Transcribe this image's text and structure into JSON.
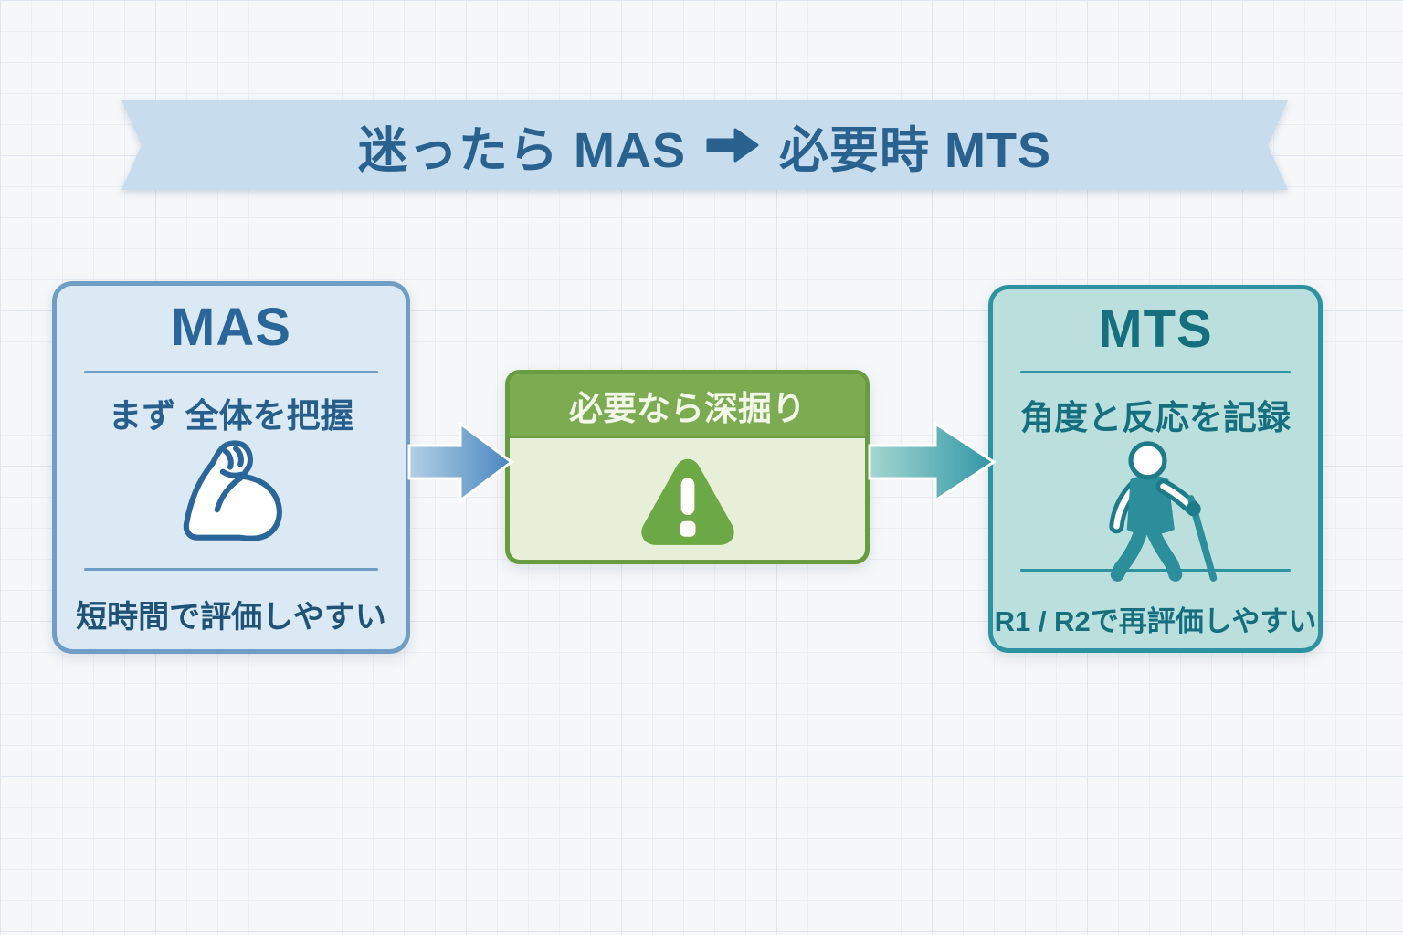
{
  "banner": {
    "left": "迷ったら MAS",
    "right": "必要時 MTS",
    "arrow_icon": "right-arrow"
  },
  "cards": {
    "mas": {
      "title": "MAS",
      "subtitle": "まず 全体を把握",
      "footer": "短時間で評価しやすい",
      "icon": "flexed-biceps"
    },
    "deep_dive": {
      "header": "必要なら深掘り",
      "icon": "warning-triangle"
    },
    "mts": {
      "title": "MTS",
      "subtitle": "角度と反応を記録",
      "footer": "R1 / R2で再評価しやすい",
      "icon": "person-with-cane"
    }
  },
  "colors": {
    "banner_bg": "#c7dcec",
    "banner_text": "#29618f",
    "mas_bg": "#dbe9f4",
    "mas_border": "#6f9dc4",
    "mas_title": "#2a6699",
    "mas_text": "#275e8c",
    "mas_footer": "#1f5277",
    "arrow_blue_from": "#b3cfe6",
    "arrow_blue_to": "#4a86bf",
    "green_header": "#7cab52",
    "green_border": "#689c41",
    "green_body": "#e8efd9",
    "green_text": "#f2f7e9",
    "triangle_green": "#6ca845",
    "mts_bg": "#badfdc",
    "mts_border": "#2e93a0",
    "mts_title": "#156f7f",
    "arrow_teal_from": "#a5d6d1",
    "arrow_teal_to": "#2f96a5",
    "icon_teal": "#2b8e9a",
    "icon_teal_dark": "#1e7b8a"
  }
}
